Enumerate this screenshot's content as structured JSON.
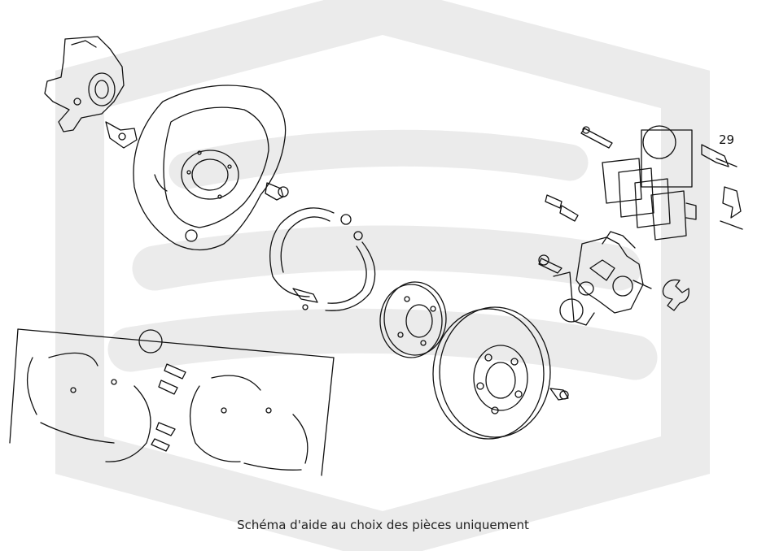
{
  "diagram": {
    "part_number_label": "29",
    "caption": "Schéma d'aide au choix des pièces uniquement",
    "colors": {
      "line": "#111111",
      "watermark": "#e9e9e9",
      "background": "#ffffff"
    },
    "watermark": "hexagon-logo-watermark"
  }
}
